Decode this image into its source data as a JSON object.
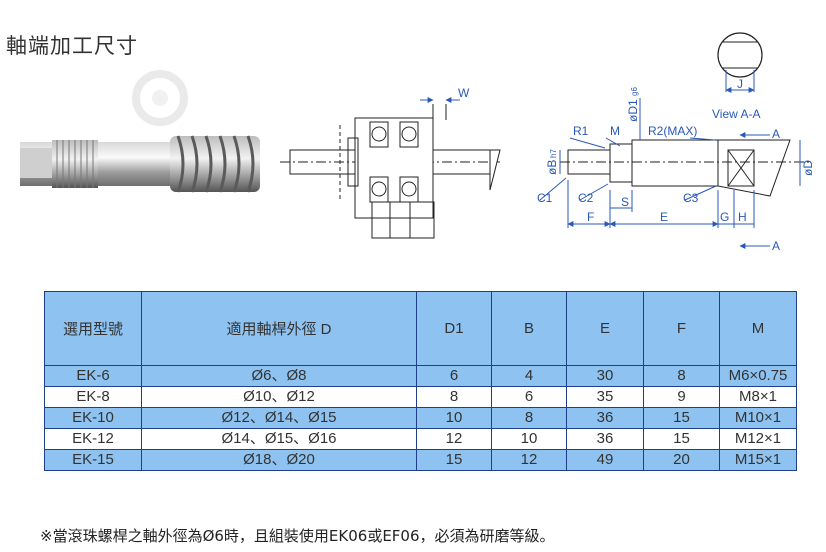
{
  "title": "軸端加工尺寸",
  "diagram": {
    "labels": {
      "w": "W",
      "j": "J",
      "view": "View A-A",
      "r1": "R1",
      "m": "M",
      "d1": "øD1",
      "d1_tol": "g6",
      "r2": "R2(MAX)",
      "a_top": "A",
      "a_bottom": "A",
      "b": "øB",
      "b_tol": "h7",
      "c1": "C1",
      "c2": "C2",
      "s": "S",
      "c3": "C3",
      "d": "øD",
      "f": "F",
      "e": "E",
      "g": "G",
      "h": "H"
    }
  },
  "table": {
    "headers": [
      "選用型號",
      "適用軸桿外徑 D",
      "D1",
      "B",
      "E",
      "F",
      "M"
    ],
    "rows": [
      [
        "EK-6",
        "Ø6、Ø8",
        "6",
        "4",
        "30",
        "8",
        "M6×0.75"
      ],
      [
        "EK-8",
        "Ø10、Ø12",
        "8",
        "6",
        "35",
        "9",
        "M8×1"
      ],
      [
        "EK-10",
        "Ø12、Ø14、Ø15",
        "10",
        "8",
        "36",
        "15",
        "M10×1"
      ],
      [
        "EK-12",
        "Ø14、Ø15、Ø16",
        "12",
        "10",
        "36",
        "15",
        "M12×1"
      ],
      [
        "EK-15",
        "Ø18、Ø20",
        "15",
        "12",
        "49",
        "20",
        "M15×1"
      ]
    ]
  },
  "footnote": "※當滾珠螺桿之軸外徑為Ø6時，且組裝使用EK06或EF06，必須為研磨等級。",
  "colors": {
    "table_header_bg": "#8ec2f0",
    "table_border": "#1f3f86",
    "dim_blue": "#2a58b8"
  }
}
